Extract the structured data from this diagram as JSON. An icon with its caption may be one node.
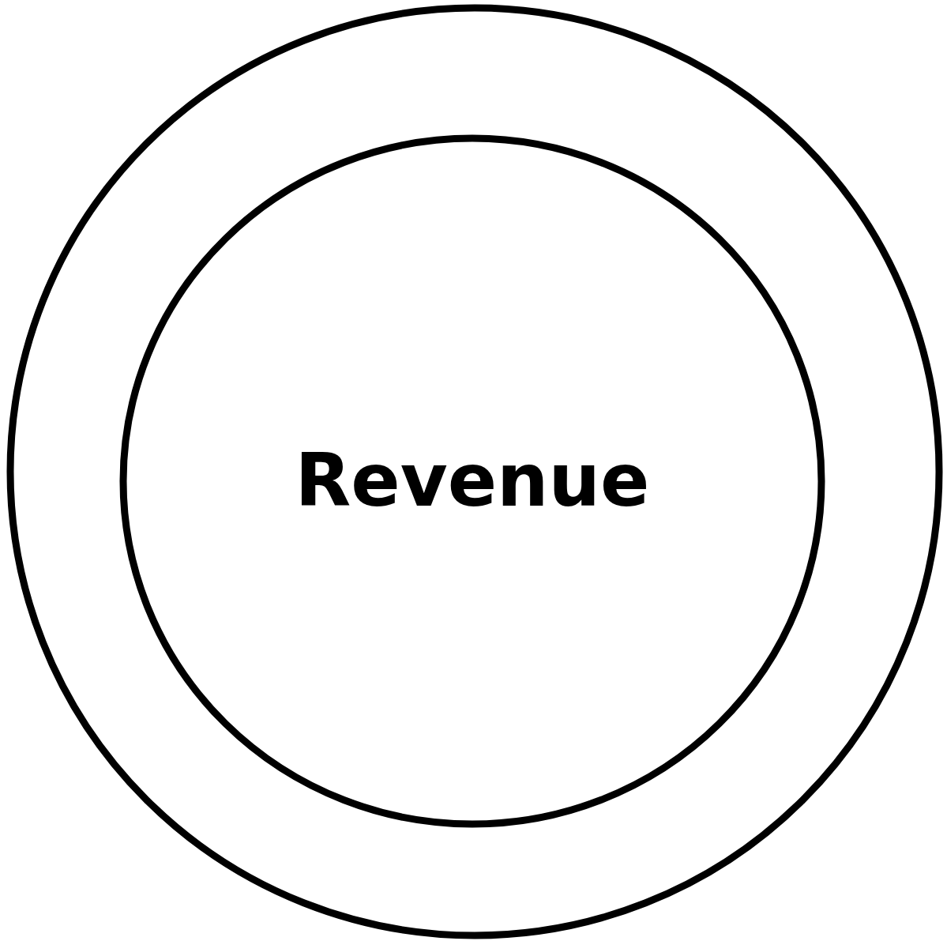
{
  "diagram": {
    "nodes": [
      {
        "text": [],
        "shape": "circle"
      },
      {
        "text": [
          "Revenue"
        ],
        "in": 0
      }
    ]
  }
}
